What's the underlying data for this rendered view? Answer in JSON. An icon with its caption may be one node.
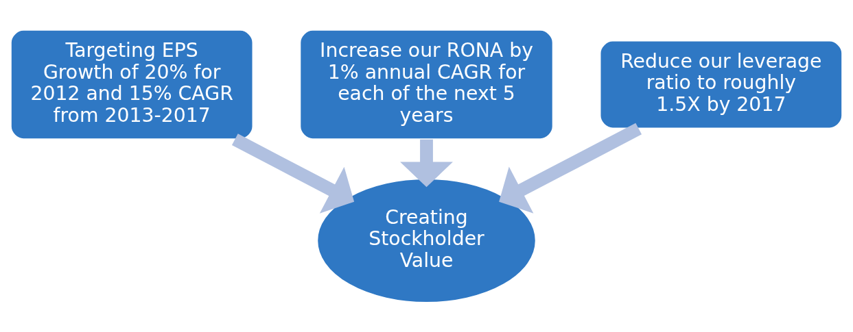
{
  "diagram": {
    "nodes": [
      {
        "text": [
          "Increase our RONA by 1% annual CAGR for each of the next 5 years"
        ]
      },
      {
        "text": [
          "Targeting EPS Growth of 20% for 2012 and 15% CAGR from 2013-2017"
        ]
      },
      {
        "text": [
          "Reduce our leverage ratio to roughly 1.5X by 2017"
        ]
      },
      {
        "text": [
          "Creating Stockholder Value"
        ]
      }
    ],
    "edges": [
      {
        "from": 0,
        "to": 3,
        "arrow": "to"
      },
      {
        "from": 1,
        "to": 3,
        "arrow": "to"
      },
      {
        "from": 2,
        "to": 3,
        "arrow": "to"
      }
    ]
  }
}
